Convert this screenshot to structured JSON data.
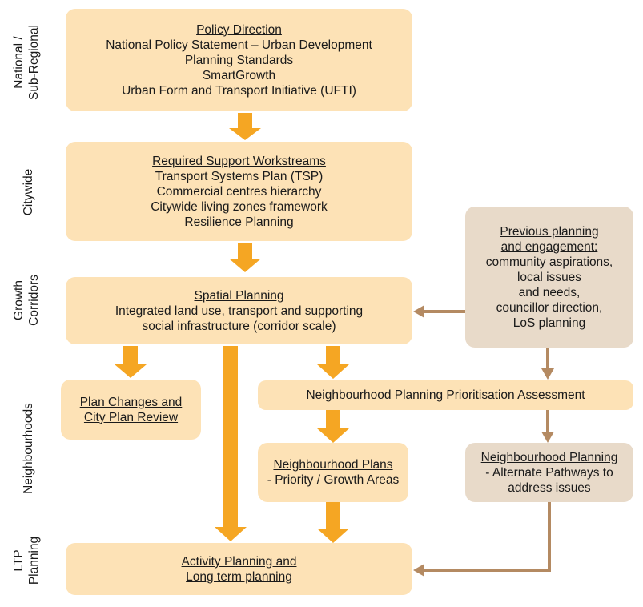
{
  "colors": {
    "box_peach": "#fde2b6",
    "box_tan": "#e8dac9",
    "arrow_orange": "#f5a623",
    "arrow_brown": "#b48a62"
  },
  "levels": {
    "national": [
      "National /",
      "Sub-Regional"
    ],
    "citywide": "Citywide",
    "growth": [
      "Growth",
      "Corridors"
    ],
    "neighbourhoods": "Neighbourhoods",
    "ltp": [
      "LTP",
      "Planning"
    ]
  },
  "policy": {
    "heading": "Policy Direction",
    "lines": [
      "National Policy Statement – Urban Development",
      "Planning Standards",
      "SmartGrowth",
      "Urban Form and Transport Initiative (UFTI)"
    ]
  },
  "support": {
    "heading": "Required Support Workstreams",
    "lines": [
      "Transport Systems Plan (TSP)",
      "Commercial centres hierarchy",
      "Citywide living zones framework",
      "Resilience Planning"
    ]
  },
  "spatial": {
    "heading": "Spatial Planning",
    "lines": [
      "Integrated land use, transport and supporting",
      "social infrastructure (corridor scale)"
    ]
  },
  "previous": {
    "heading": [
      "Previous planning",
      "and engagement:"
    ],
    "lines": [
      "community aspirations,",
      "local issues",
      "and needs,",
      "councillor direction,",
      "LoS planning"
    ]
  },
  "plan_changes": {
    "heading": [
      "Plan Changes and",
      "City Plan Review"
    ]
  },
  "prioritisation": {
    "heading": "Neighbourhood Planning Prioritisation Assessment"
  },
  "neigh_plans": {
    "heading": "Neighbourhood Plans",
    "lines": [
      "- Priority / Growth Areas"
    ]
  },
  "neigh_planning": {
    "heading": "Neighbourhood Planning",
    "lines": [
      "- Alternate Pathways to",
      "address issues"
    ]
  },
  "activity": {
    "heading": [
      "Activity Planning and",
      "Long term planning"
    ]
  }
}
